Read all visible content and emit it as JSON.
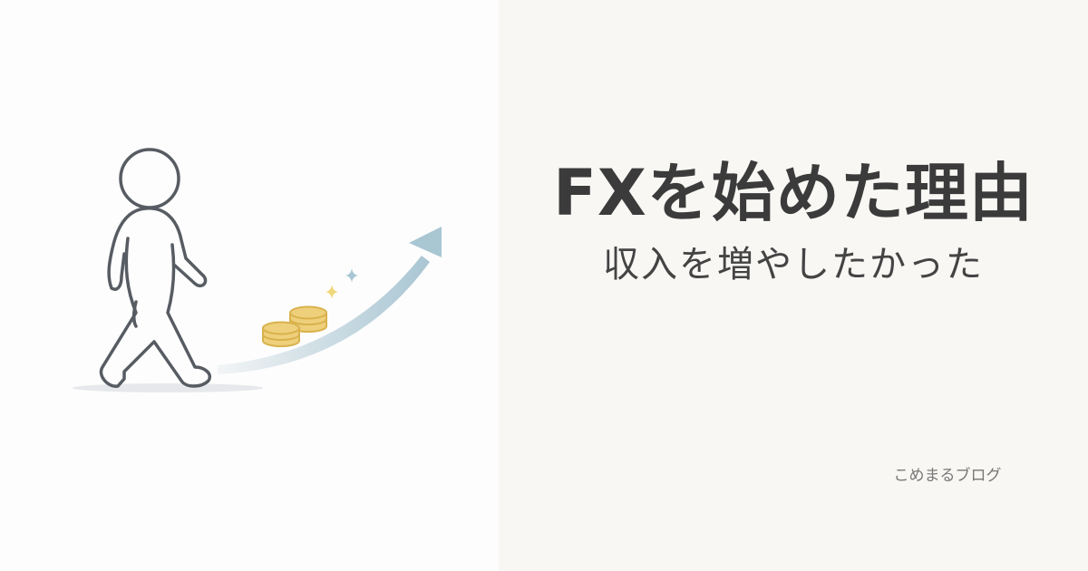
{
  "title": "FXを始めた理由",
  "subtitle": "収入を増やしたかった",
  "brand": "こめまるブログ",
  "colors": {
    "left_bg": "#fdfdfd",
    "right_bg": "#f8f7f4",
    "figure_stroke": "#575c63",
    "arrow": "#a9c6d3",
    "coin": "#e8c66a"
  }
}
